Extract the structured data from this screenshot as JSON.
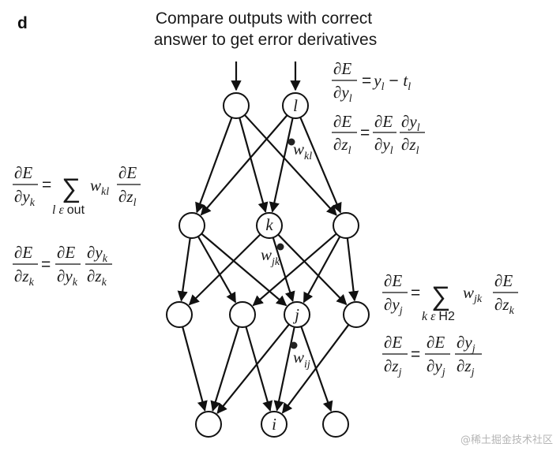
{
  "panel_label": "d",
  "title_line1": "Compare outputs with correct",
  "title_line2": "answer to get error derivatives",
  "node_labels": {
    "l": "l",
    "k": "k",
    "j": "j",
    "i": "i"
  },
  "weight_labels": {
    "kl": {
      "base": "w",
      "sub": "kl"
    },
    "jk": {
      "base": "w",
      "sub": "jk"
    },
    "ij": {
      "base": "w",
      "sub": "ij"
    }
  },
  "eq_yl": {
    "num": "∂E",
    "den_base": "∂y",
    "den_sub": "l",
    "rhs_y": "y",
    "rhs_y_sub": "l",
    "rhs_minus": " − ",
    "rhs_t": "t",
    "rhs_t_sub": "l"
  },
  "eq_zl": {
    "lhs_num": "∂E",
    "lhs_den": "∂z",
    "lhs_den_sub": "l",
    "f1_num": "∂E",
    "f1_den": "∂y",
    "f1_den_sub": "l",
    "f2_num": "∂y",
    "f2_num_sub": "l",
    "f2_den": "∂z",
    "f2_den_sub": "l"
  },
  "eq_yk": {
    "lhs_num": "∂E",
    "lhs_den": "∂y",
    "lhs_den_sub": "k",
    "sum_symbol": "∑",
    "sum_index_var": "l",
    "sum_index_in": "ε",
    "sum_index_set": "out",
    "w": "w",
    "w_sub": "kl",
    "f_num": "∂E",
    "f_den": "∂z",
    "f_den_sub": "l"
  },
  "eq_zk": {
    "lhs_num": "∂E",
    "lhs_den": "∂z",
    "lhs_den_sub": "k",
    "f1_num": "∂E",
    "f1_den": "∂y",
    "f1_den_sub": "k",
    "f2_num": "∂y",
    "f2_num_sub": "k",
    "f2_den": "∂z",
    "f2_den_sub": "k"
  },
  "eq_yj": {
    "lhs_num": "∂E",
    "lhs_den": "∂y",
    "lhs_den_sub": "j",
    "sum_symbol": "∑",
    "sum_index_var": "k",
    "sum_index_in": "ε",
    "sum_index_set": "H2",
    "w": "w",
    "w_sub": "jk",
    "f_num": "∂E",
    "f_den": "∂z",
    "f_den_sub": "k"
  },
  "eq_zj": {
    "lhs_num": "∂E",
    "lhs_den": "∂z",
    "lhs_den_sub": "j",
    "f1_num": "∂E",
    "f1_den": "∂y",
    "f1_den_sub": "j",
    "f2_num": "∂y",
    "f2_num_sub": "j",
    "f2_den": "∂z",
    "f2_den_sub": "j"
  },
  "watermark": "@稀土掘金技术社区"
}
